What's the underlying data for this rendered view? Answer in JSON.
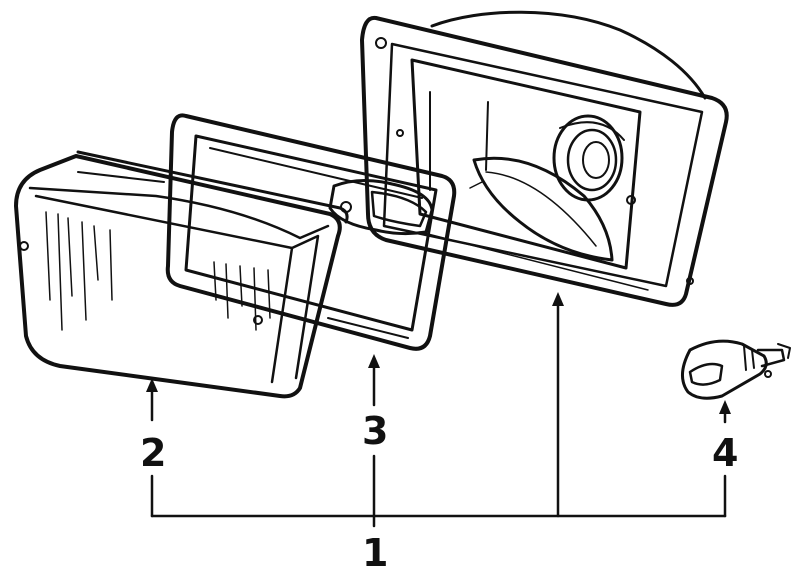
{
  "diagram": {
    "callouts": {
      "c1": "1",
      "c2": "2",
      "c3": "3",
      "c4": "4"
    }
  }
}
